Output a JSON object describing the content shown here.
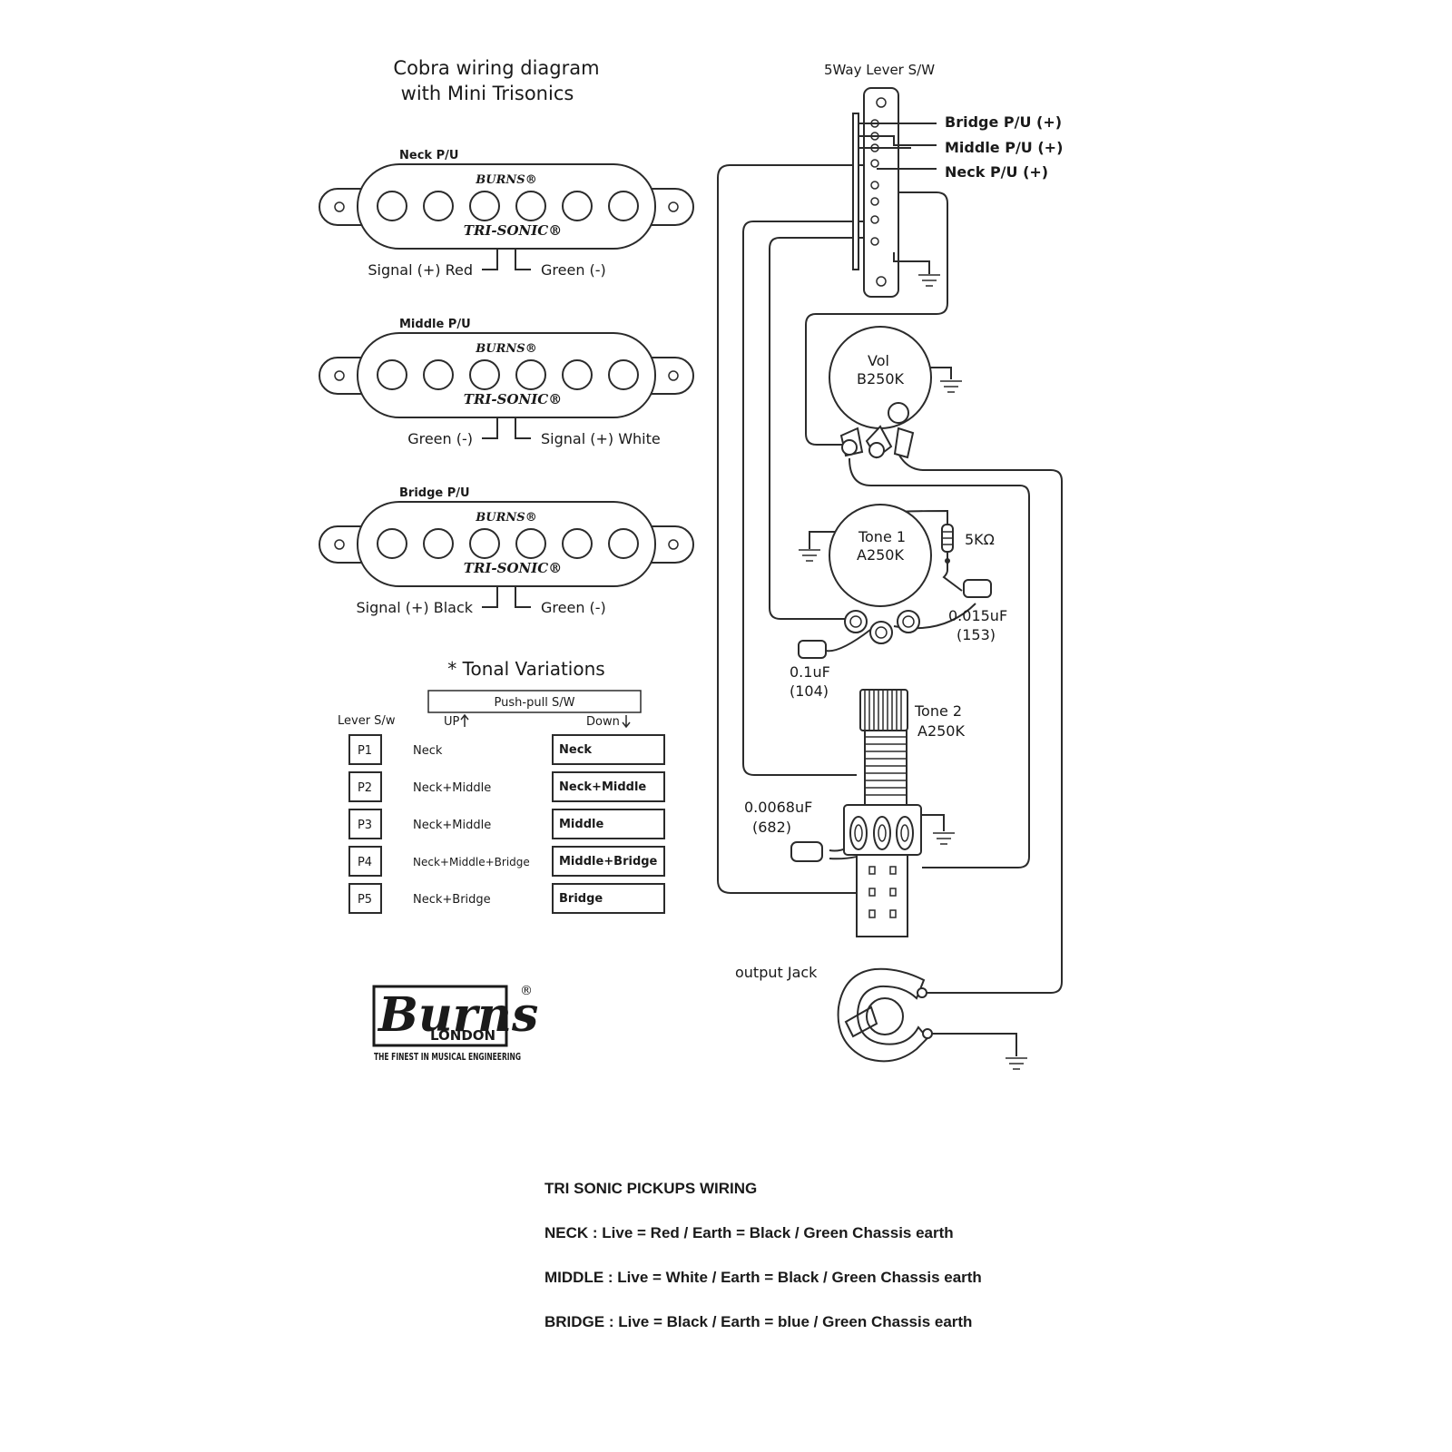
{
  "title_line1": "Cobra wiring diagram",
  "title_line2": "with Mini Trisonics",
  "pickups": {
    "neck": {
      "heading": "Neck P/U",
      "lead_left": "Signal (+) Red",
      "lead_right": "Green (-)"
    },
    "middle": {
      "heading": "Middle P/U",
      "lead_left": "Green (-)",
      "lead_right": "Signal (+) White"
    },
    "bridge": {
      "heading": "Bridge P/U",
      "lead_left": "Signal (+) Black",
      "lead_right": "Green (-)"
    },
    "brand_top": "BURNS®",
    "brand_bottom": "TRI-SONIC®"
  },
  "tonal": {
    "heading": "* Tonal Variations",
    "push_pull": "Push-pull S/W",
    "lever_header": "Lever S/w",
    "up_label": "UP",
    "down_label": "Down",
    "rows": [
      {
        "pos": "P1",
        "up": "Neck",
        "down": "Neck"
      },
      {
        "pos": "P2",
        "up": "Neck+Middle",
        "down": "Neck+Middle"
      },
      {
        "pos": "P3",
        "up": "Neck+Middle",
        "down": "Middle"
      },
      {
        "pos": "P4",
        "up": "Neck+Middle+Bridge",
        "down": "Middle+Bridge"
      },
      {
        "pos": "P5",
        "up": "Neck+Bridge",
        "down": "Bridge"
      }
    ]
  },
  "logo": {
    "brand": "Burns",
    "registered": "®",
    "city": "LONDON",
    "tagline": "THE FINEST IN MUSICAL ENGINEERING"
  },
  "switch": {
    "title": "5Way Lever S/W",
    "bridge_label": "Bridge P/U (+)",
    "middle_label": "Middle P/U (+)",
    "neck_label": "Neck  P/U (+)"
  },
  "vol_pot": {
    "line1": "Vol",
    "line2": "B250K"
  },
  "tone1_pot": {
    "line1": "Tone 1",
    "line2": "A250K"
  },
  "tone2_pot": {
    "line1": "Tone 2",
    "line2": "A250K"
  },
  "resistor": {
    "value": "5KΩ"
  },
  "cap_015": {
    "value": "0.015uF",
    "code": "(153)"
  },
  "cap_01": {
    "value": "0.1uF",
    "code": "(104)"
  },
  "cap_0068": {
    "value": "0.0068uF",
    "code": "(682)"
  },
  "output_jack": {
    "label": "output Jack"
  },
  "footer": {
    "heading": "TRI SONIC PICKUPS WIRING",
    "neck": "NECK : Live = Red / Earth = Black / Green Chassis earth",
    "middle": "MIDDLE : Live = White / Earth = Black / Green Chassis earth",
    "bridge": "BRIDGE : Live = Black / Earth = blue / Green Chassis earth"
  }
}
